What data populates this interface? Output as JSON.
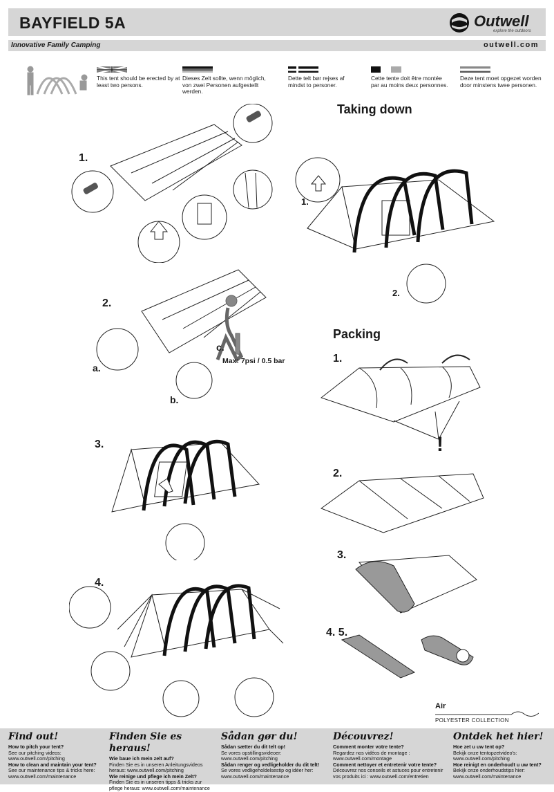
{
  "header": {
    "title": "BAYFIELD 5A",
    "brand": "Outwell",
    "brand_tagline": "explore the outdoors",
    "subtitle": "Innovative Family Camping",
    "website": "outwell.com"
  },
  "languages": [
    {
      "flag": "uk",
      "text": "This tent should be erected by at least two persons."
    },
    {
      "flag": "de",
      "text": "Dieses Zelt sollte, wenn möglich, von zwei Personen aufgestellt werden."
    },
    {
      "flag": "dk",
      "text": "Dette telt bør rejses af mindst to personer."
    },
    {
      "flag": "fr",
      "text": "Cette tente doit être montée par au moins deux personnes."
    },
    {
      "flag": "nl",
      "text": "Deze tent moet opgezet worden door minstens twee personen."
    }
  ],
  "pitching": {
    "steps": [
      "1.",
      "2.",
      "3.",
      "4."
    ],
    "step2_sublabels": [
      "a.",
      "b.",
      "c."
    ],
    "pressure": "Max: 7psi / 0.5 bar"
  },
  "taking_down": {
    "heading": "Taking down",
    "steps": [
      "1.",
      "2."
    ]
  },
  "packing": {
    "heading": "Packing",
    "steps": [
      "1.",
      "2.",
      "3.",
      "4. 5."
    ],
    "warning_mark": "!"
  },
  "collection": {
    "name": "Air",
    "line": "POLYESTER COLLECTION"
  },
  "footer": [
    {
      "heading": "Find out!",
      "q1": "How to pitch your tent?",
      "a1": "See our pitching videos: www.outwell.com/pitching",
      "q2": "How to clean and maintain your tent?",
      "a2": "See our maintenance tips & tricks here: www.outwell.com/maintenance"
    },
    {
      "heading": "Finden Sie es heraus!",
      "q1": "Wie baue ich mein zelt auf?",
      "a1": "Finden Sie es in unseren Anleitungsvideos heraus: www.outwell.com/pitching",
      "q2": "Wie reinige und pflege ich mein Zelt?",
      "a2": "Finden Sie es in unseren tipps & tricks zur pflege heraus: www.outwell.com/maintenance"
    },
    {
      "heading": "Sådan gør du!",
      "q1": "Sådan sætter du dit telt op!",
      "a1": "Se vores opstillingsvideoer: www.outwell.com/pitching",
      "q2": "Sådan renger og vedligeholder du dit telt!",
      "a2": "Se vores vedligeholdelsestip og idéer her: www.outwell.com/maintenance"
    },
    {
      "heading": "Découvrez!",
      "q1": "Comment monter votre tente?",
      "a1": "Regardez nos vidéos de montage : www.outwell.com/montage",
      "q2": "Comment nettoyer et entretenir votre tente?",
      "a2": "Découvrez nos conseils et astuces pour entretenir vos produits ici : www.outwell.com/entretien"
    },
    {
      "heading": "Ontdek het hier!",
      "q1": "Hoe zet u uw tent op?",
      "a1": "Bekijk onze tentopzetvideo's: www.outwell.com/pitching",
      "q2": "Hoe reinigt en onderhoudt u uw tent?",
      "a2": "Bekijk onze onderhoudstips hier: www.outwell.com/maintenance"
    }
  ]
}
